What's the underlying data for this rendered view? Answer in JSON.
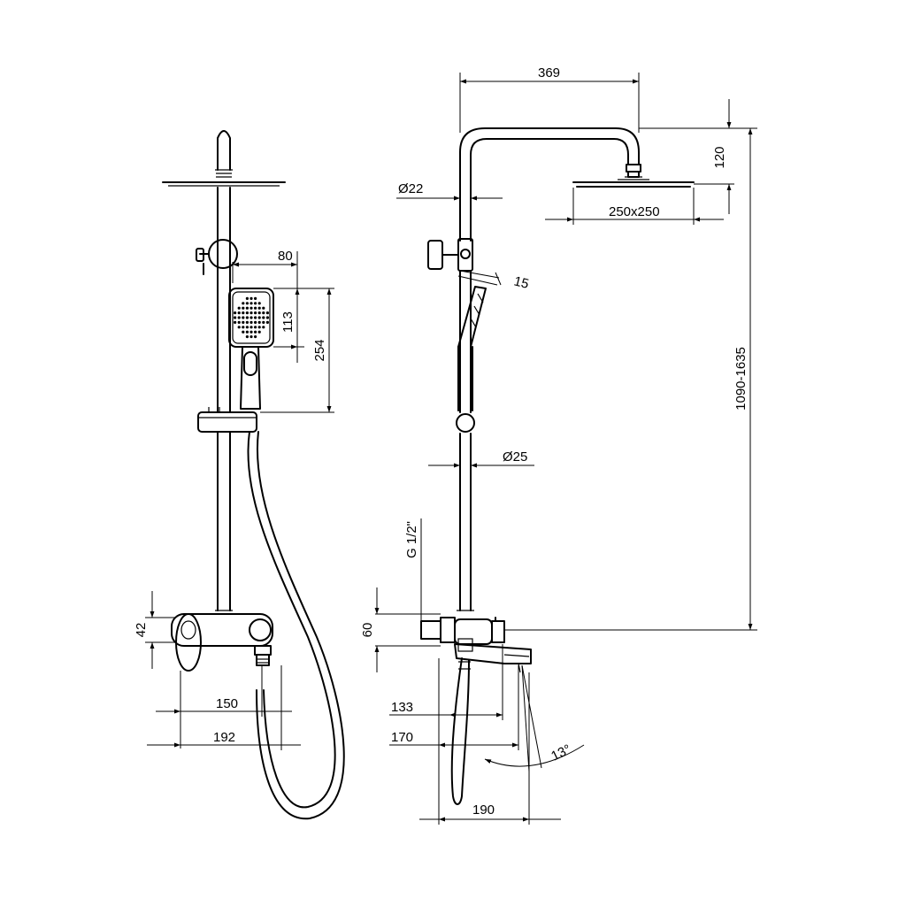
{
  "front_view": {
    "hand_shower_width": "80",
    "hand_shower_head_height": "113",
    "hand_shower_length": "254",
    "mixer_height": "42",
    "wall_to_outlet": "150",
    "wall_to_front": "192"
  },
  "side_view": {
    "arm_projection": "369",
    "head_drop": "120",
    "pipe_upper_diameter": "Ø22",
    "head_size": "250x250",
    "hand_shower_angle": "15",
    "height_range": "1090-1635",
    "pipe_lower_diameter": "Ø25",
    "connection_thread": "G 1/2\"",
    "mixer_body_height": "60",
    "mixer_depth": "133",
    "spout_depth": "170",
    "spout_projection": "190",
    "spout_angle": "13°"
  }
}
